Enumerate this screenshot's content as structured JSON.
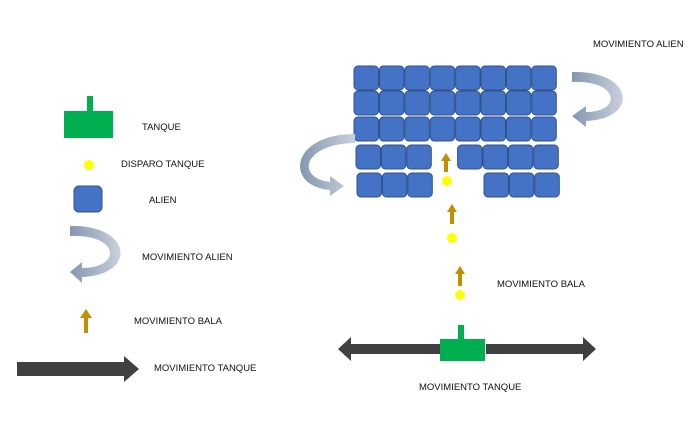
{
  "legend": {
    "items": [
      {
        "key": "tank",
        "label": "TANQUE"
      },
      {
        "key": "shot",
        "label": "DISPARO TANQUE"
      },
      {
        "key": "alien",
        "label": "ALIEN"
      },
      {
        "key": "alien_motion",
        "label": "MOVIMIENTO ALIEN"
      },
      {
        "key": "bullet_motion",
        "label": "MOVIMIENTO BALA"
      },
      {
        "key": "tank_motion",
        "label": "MOVIMIENTO TANQUE"
      }
    ]
  },
  "scene": {
    "alien_motion_label": "MOVIMIENTO ALIEN",
    "bullet_motion_label": "MOVIMIENTO BALA",
    "tank_motion_label": "MOVIMIENTO TANQUE",
    "alien_rows": [
      [
        1,
        1,
        1,
        1,
        1,
        1,
        1,
        1
      ],
      [
        1,
        1,
        1,
        1,
        1,
        1,
        1,
        1
      ],
      [
        1,
        1,
        1,
        1,
        1,
        1,
        1,
        1
      ],
      [
        1,
        1,
        1,
        0,
        1,
        1,
        1,
        1
      ],
      [
        1,
        1,
        1,
        0,
        0,
        1,
        1,
        1
      ]
    ]
  },
  "colors": {
    "tank": "#00b050",
    "shot": "#ffff00",
    "alien": "#4472c4",
    "alien_border": "#2f528f",
    "curved_arrow": "#a5b1c2",
    "bullet_arrow": "#bf9000",
    "tank_arrow": "#404040"
  }
}
